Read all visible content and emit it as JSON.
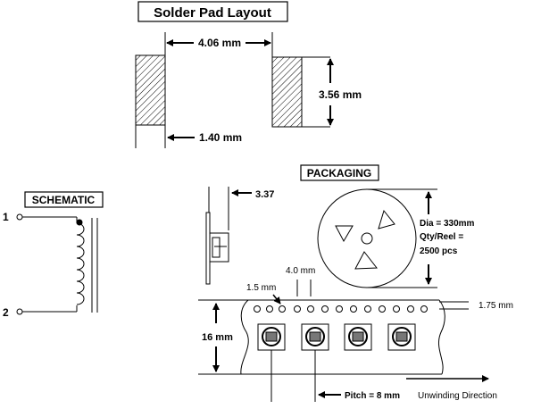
{
  "titles": {
    "solder_pad": "Solder Pad Layout",
    "schematic": "SCHEMATIC",
    "packaging": "PACKAGING"
  },
  "solder_pad": {
    "pad_spacing": "4.06 mm",
    "pad_height": "3.56 mm",
    "pad_width": "1.40 mm"
  },
  "schematic": {
    "pin1": "1",
    "pin2": "2"
  },
  "packaging": {
    "part_height": "3.37",
    "reel_dia": "Dia = 330mm",
    "qty_line1": "Qty/Reel =",
    "qty_line2": "2500 pcs",
    "hole_pitch": "4.0 mm",
    "hole_dia": "1.5 mm",
    "hole_offset": "1.75 mm",
    "tape_width": "16 mm",
    "pitch": "Pitch = 8 mm",
    "unwinding": "Unwinding Direction"
  },
  "colors": {
    "ink": "#000000",
    "background": "#ffffff"
  }
}
